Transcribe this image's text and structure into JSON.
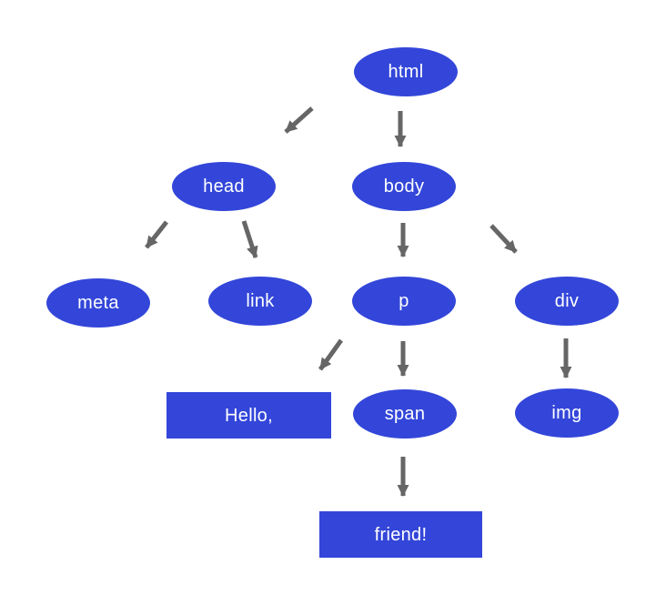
{
  "diagram": {
    "type": "tree",
    "description": "DOM tree of an HTML document",
    "colors": {
      "node_fill": "#3346d9",
      "node_text": "#ffffff",
      "arrow": "#666666",
      "background": "#ffffff"
    },
    "nodes": [
      {
        "id": "html",
        "label": "html",
        "shape": "ellipse"
      },
      {
        "id": "head",
        "label": "head",
        "shape": "ellipse"
      },
      {
        "id": "body",
        "label": "body",
        "shape": "ellipse"
      },
      {
        "id": "meta",
        "label": "meta",
        "shape": "ellipse"
      },
      {
        "id": "link",
        "label": "link",
        "shape": "ellipse"
      },
      {
        "id": "p",
        "label": "p",
        "shape": "ellipse"
      },
      {
        "id": "div",
        "label": "div",
        "shape": "ellipse"
      },
      {
        "id": "text-hello",
        "label": "Hello,",
        "shape": "rectangle"
      },
      {
        "id": "span",
        "label": "span",
        "shape": "ellipse"
      },
      {
        "id": "img",
        "label": "img",
        "shape": "ellipse"
      },
      {
        "id": "text-friend",
        "label": "friend!",
        "shape": "rectangle"
      }
    ],
    "edges": [
      {
        "from": "html",
        "to": "head"
      },
      {
        "from": "html",
        "to": "body"
      },
      {
        "from": "head",
        "to": "meta"
      },
      {
        "from": "head",
        "to": "link"
      },
      {
        "from": "body",
        "to": "p"
      },
      {
        "from": "body",
        "to": "div"
      },
      {
        "from": "p",
        "to": "text-hello"
      },
      {
        "from": "p",
        "to": "span"
      },
      {
        "from": "div",
        "to": "img"
      },
      {
        "from": "span",
        "to": "text-friend"
      }
    ]
  }
}
